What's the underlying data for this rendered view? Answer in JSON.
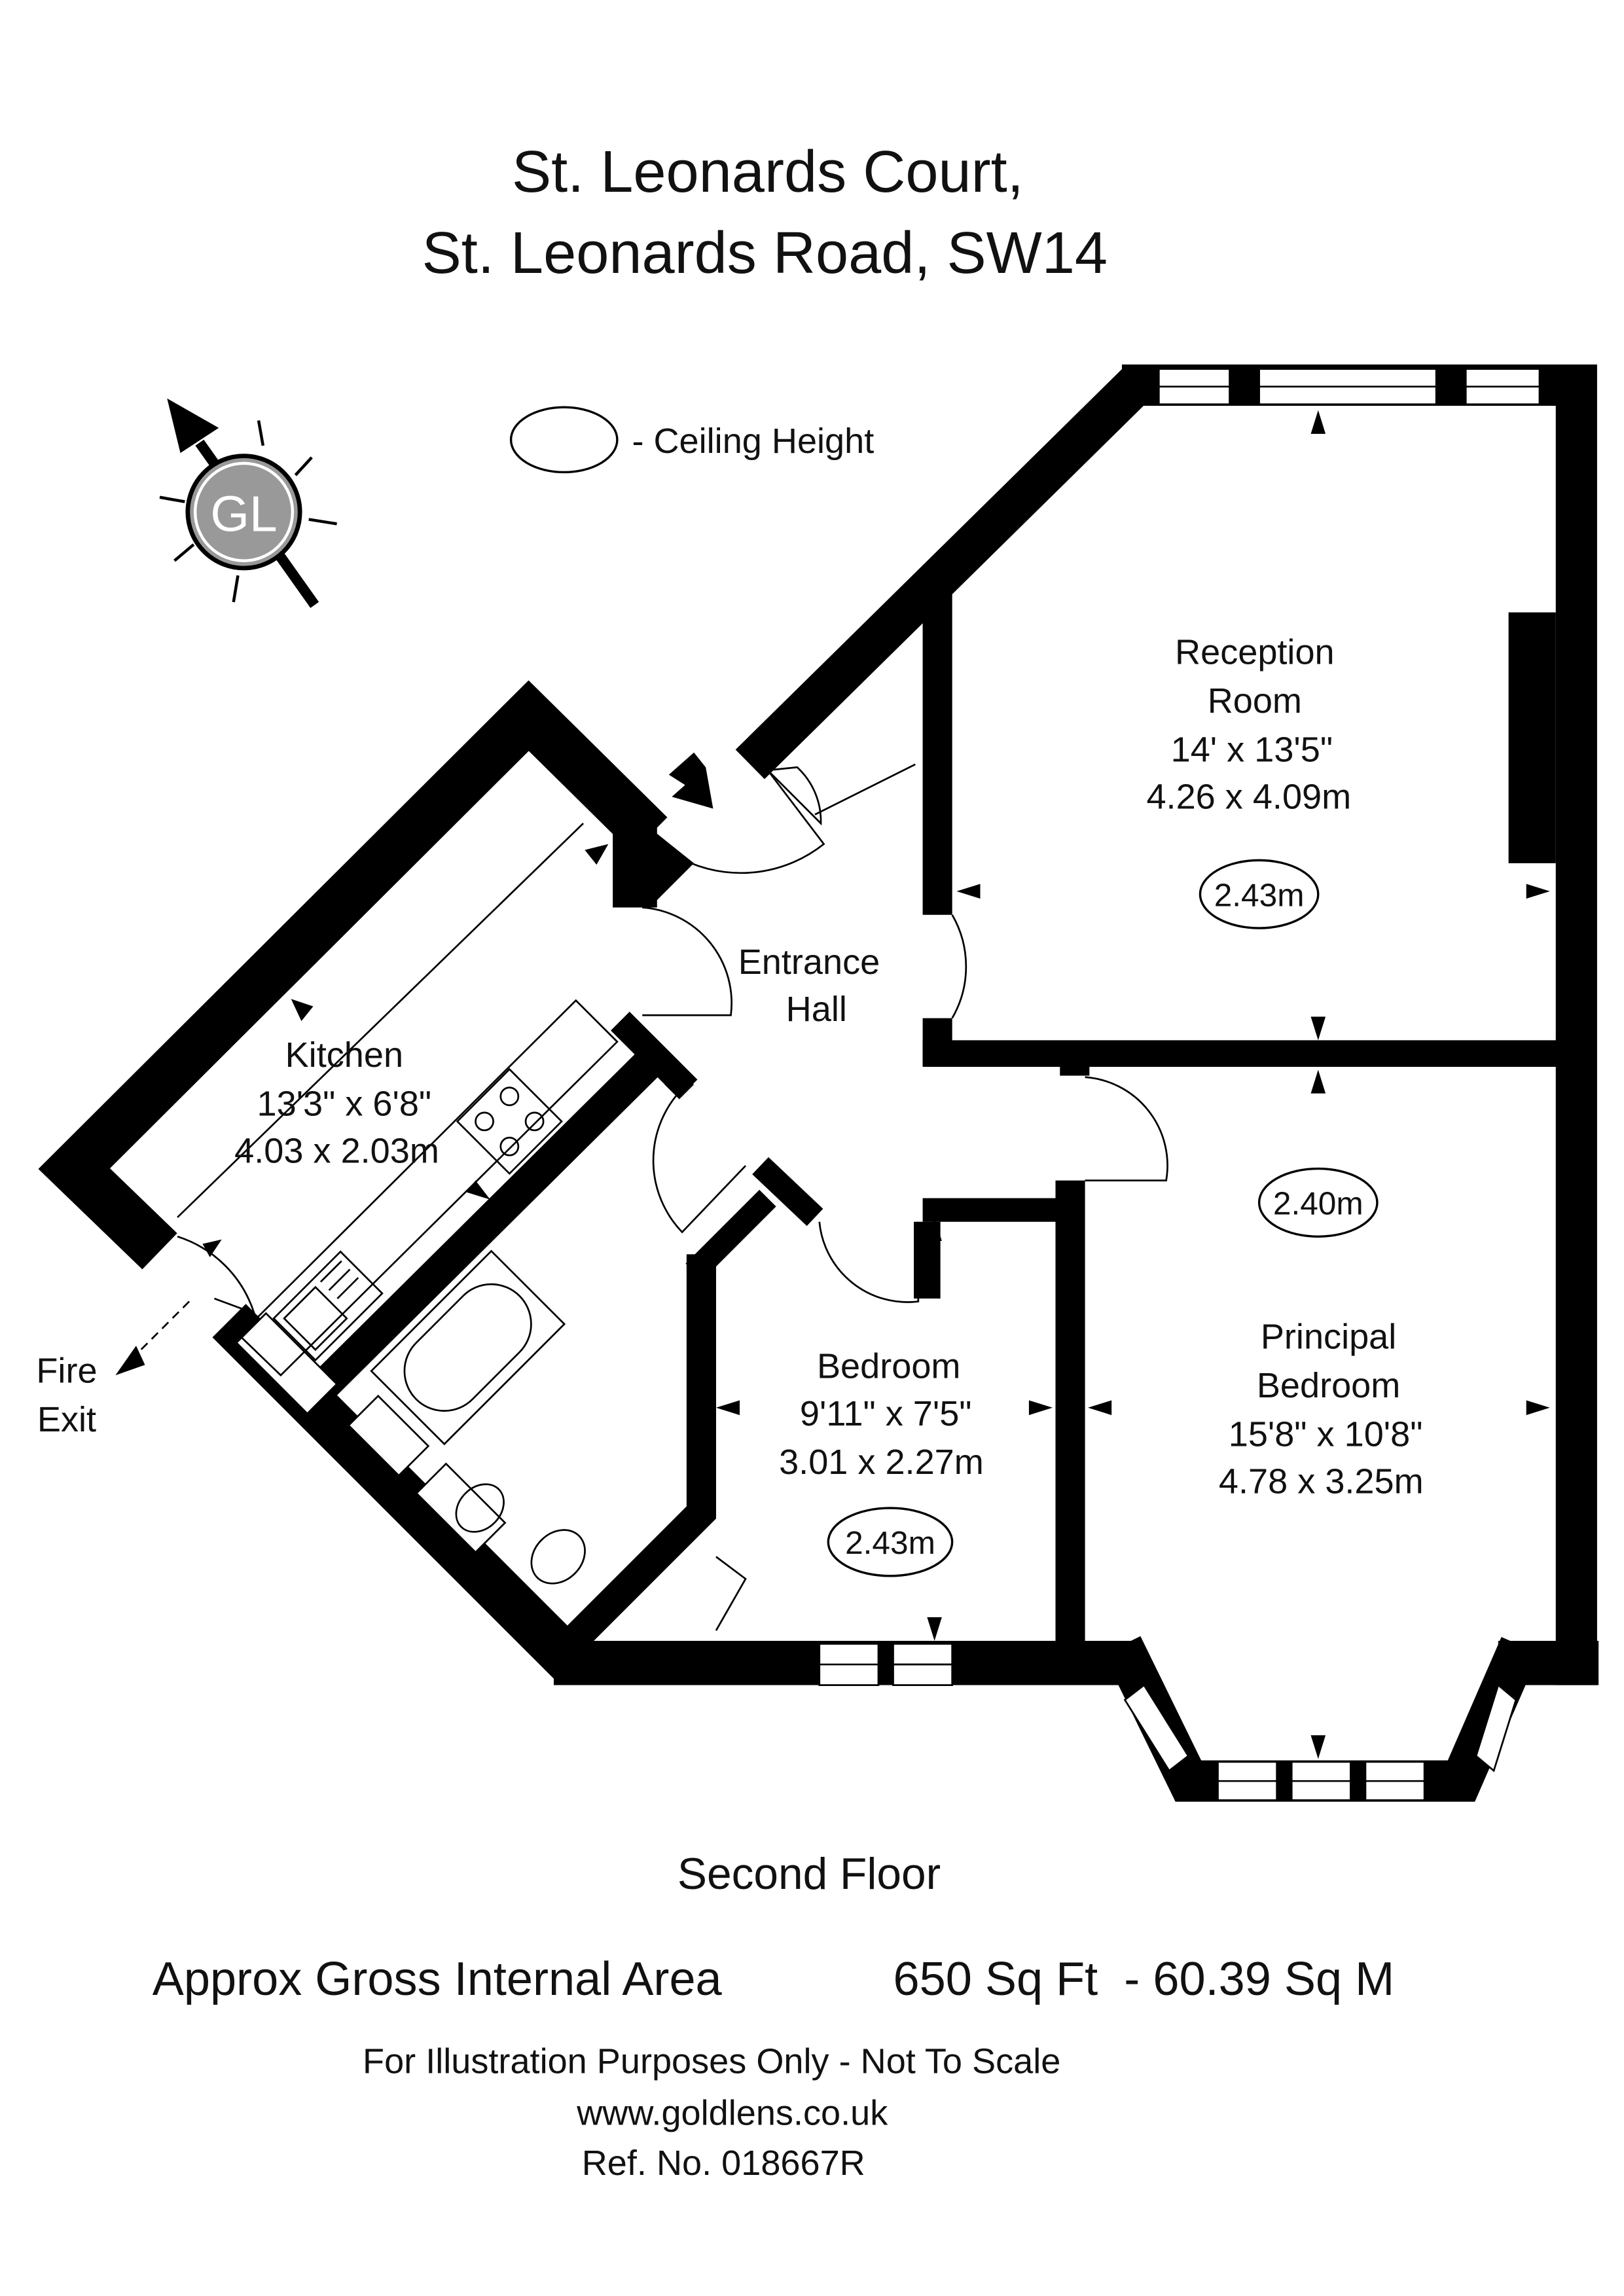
{
  "title": {
    "line1": "St. Leonards Court,",
    "line2": "St. Leonards Road, SW14"
  },
  "legend": {
    "label": "- Ceiling Height"
  },
  "compass": {
    "logo": "GL"
  },
  "rooms": {
    "reception": {
      "name1": "Reception",
      "name2": "Room",
      "imperial": "14' x 13'5\"",
      "metric": "4.26 x 4.09m",
      "ceiling": "2.43m"
    },
    "entrance": {
      "name1": "Entrance",
      "name2": "Hall"
    },
    "kitchen": {
      "name": "Kitchen",
      "imperial": "13'3\" x 6'8\"",
      "metric": "4.03 x 2.03m"
    },
    "bedroom": {
      "name": "Bedroom",
      "imperial": "9'11\" x 7'5\"",
      "metric": "3.01 x 2.27m",
      "ceiling": "2.43m"
    },
    "principal": {
      "name1": "Principal",
      "name2": "Bedroom",
      "imperial": "15'8\" x 10'8\"",
      "metric": "4.78 x 3.25m",
      "ceiling": "2.40m"
    },
    "fire_exit": {
      "line1": "Fire",
      "line2": "Exit"
    }
  },
  "floor": "Second Floor",
  "area": {
    "label": "Approx Gross Internal Area",
    "value": "650 Sq Ft  - 60.39 Sq M"
  },
  "footer": {
    "disclaimer": "For Illustration Purposes Only - Not To Scale",
    "website": "www.goldlens.co.uk",
    "ref": "Ref. No. 018667R"
  }
}
